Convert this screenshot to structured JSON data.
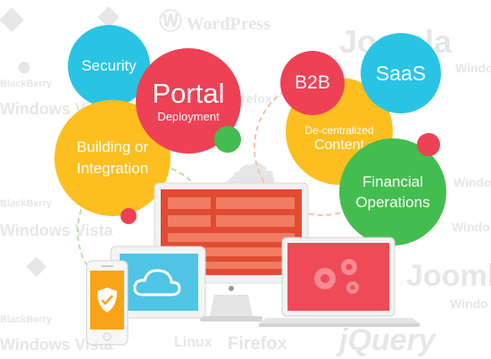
{
  "background_logos": {
    "wordpress": "WordPress",
    "joomla_top": "Joomla",
    "windows_top": "Windows",
    "blackberry_1": "BlackBerry",
    "windows_vista_1": "Windows Vista",
    "blackberry_2": "BlackBerry",
    "windows_vista_2": "Windows Vista",
    "blackberry_3": "BlackBerry",
    "windows_vista_3": "Windows Vista",
    "windows_right_1": "Windo",
    "windows_right_2": "Windo",
    "joomla_bottom": "Joomla",
    "windows_right_3": "Windo",
    "linux": "Linux",
    "firefox": "Firefox",
    "jquery": "jQuery",
    "firefox_mid": "Firefox"
  },
  "bubbles": {
    "security": "Security",
    "portal_main": "Portal",
    "portal_sub": "Deployment",
    "building_line1": "Building or",
    "building_line2": "Integration",
    "b2b": "B2B",
    "saas": "SaaS",
    "decentralized_line1": "De-centralized",
    "decentralized_line2": "Content",
    "financial_line1": "Financial",
    "financial_line2": "Operations"
  },
  "colors": {
    "cyan": "#29c4e3",
    "red": "#ee4155",
    "yellow": "#fcbf1f",
    "green": "#43bd4f",
    "monitor_screen": "#e14b32",
    "laptop_screen": "#ef4a57",
    "tablet_screen": "#4fc4e5",
    "phone_screen": "#fba318"
  }
}
